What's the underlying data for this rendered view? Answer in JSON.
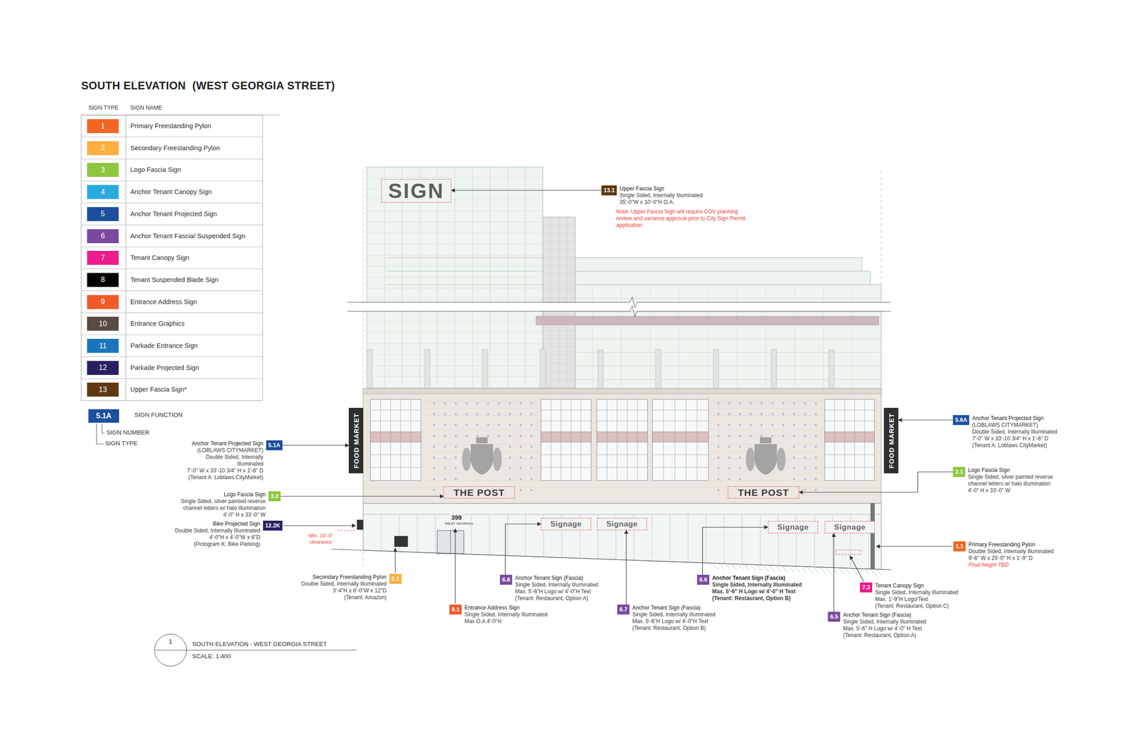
{
  "diagram": {
    "title": "SOUTH ELEVATION  (WEST GEORGIA STREET)",
    "nodes": [
      {
        "text": [
          "5.1A"
        ]
      },
      {
        "text": [
          "SIGN"
        ]
      },
      {
        "text": [
          "13.1",
          "Upper Fascia Sign",
          "Single Sided, Internally Illuminated",
          "35'-0\"W x 10'-0\"H O.A."
        ]
      },
      {
        "text": [
          "FOOD MARKET"
        ]
      },
      {
        "text": [
          "5.1A",
          "Anchor Tenant Projected Sign",
          "(LOBLAWS CITYMARKET)",
          "Double Sided, Internally Illuminated",
          "7'-0\" W x 33'-10 3/4\" H x 1'-6\" D",
          "(Tenant A: Loblaws CityMarket)"
        ]
      },
      {
        "text": [
          "FOOD MARKET"
        ]
      },
      {
        "text": [
          "5.6A",
          "Anchor Tenant Projected Sign",
          "(LOBLAWS CITYMARKET)",
          "Double Sided, Internally Illuminated",
          "7'-0\" W x 33'-10 3/4\" H x 1'-6\" D",
          "(Tenant A: Loblaws CityMarket)"
        ]
      },
      {
        "text": [
          "THE POST"
        ]
      },
      {
        "text": [
          "3.2",
          "Logo Fascia Sign",
          "Single Sided, silver painted reverse channel letters w/ halo illumination",
          "4'-0\" H x 33'-0\" W"
        ]
      },
      {
        "text": [
          "THE POST"
        ]
      },
      {
        "text": [
          "3.1",
          "Logo Fascia Sign",
          "Single Sided, silver painted reverse channel letters w/ halo illumination",
          "4'-0\" H x 33'-0\" W"
        ]
      },
      {
        "text": [
          "Signage"
        ]
      },
      {
        "text": [
          "Signage"
        ]
      },
      {
        "text": [
          "Signage"
        ]
      },
      {
        "text": [
          "Signage"
        ]
      },
      {
        "text": [
          "12.2K",
          "Bike Projected Sign",
          "Double Sided, Internally Illuminated",
          "4'-0\"H x 4'-0\"W x 6\"D",
          "(Pictogram K: Bike Parking)"
        ]
      },
      {
        "text": [
          "1.1",
          "Primary Freestanding Pylon",
          "Double Sided, Internally Illuminated",
          "9'-6\" W x 25'-0\" H x 1'-9\" D",
          "Final height TBD"
        ]
      },
      {
        "text": [
          "2.1",
          "Secondary Freestanding Pylon",
          "Double Sided, Internally Illuminated",
          "3'-4\"H x 6'-0\"W x 12\"D",
          "(Tenant: Amazon)"
        ]
      },
      {
        "text": [
          "6.8",
          "Anchor Tenant Sign (Fascia)",
          "Single Sided, Internally Illuminated",
          "Max. 5'-6\"H Logo w/ 4'-0\"H Text",
          "(Tenant: Restaurant, Option A)"
        ]
      },
      {
        "text": [
          "9.1",
          "Entrance Address Sign",
          "Single Sided, Internally Illuminated",
          "Max O.A 4'-0\"H"
        ]
      },
      {
        "text": [
          "6.7",
          "Anchor Tenant Sign (Fascia)",
          "Single Sided, Internally Illuminated",
          "Max. 5'-6\"H Logo w/ 4'-0\"H Text",
          "(Tenant: Restaurant, Option B)"
        ]
      },
      {
        "text": [
          "6.6",
          "Anchor Tenant Sign (Fascia)",
          "Single Sided, Internally Illuminated",
          "Max. 5'-6\" H Logo w/ 4'-0\" H Text",
          "(Tenant: Restaurant, Option B)"
        ]
      },
      {
        "text": [
          "7.3",
          "Tenant Canopy Sign",
          "Single Sided, Internally Illuminated",
          "Max. 1'-9\"H Logo/Text",
          "(Tenant: Restaurant, Option C)"
        ]
      },
      {
        "text": [
          "6.5",
          "Anchor Tenant Sign (Fascia)",
          "Single Sided, Internally Illuminated",
          "Max. 5'-6\" H Logo w/ 4'-0\" H Text",
          "(Tenant: Restaurant, Option A)"
        ]
      },
      {
        "text": [
          "1"
        ]
      }
    ],
    "edges": [
      {
        "from": 2,
        "to": 1,
        "arrow": "to"
      },
      {
        "from": 4,
        "to": 3,
        "arrow": "to"
      },
      {
        "from": 6,
        "to": 5,
        "arrow": "to"
      },
      {
        "from": 8,
        "to": 7,
        "arrow": "to"
      },
      {
        "from": 10,
        "to": 9,
        "arrow": "to"
      },
      {
        "from": 18,
        "to": 11,
        "arrow": "to"
      },
      {
        "from": 20,
        "to": 12,
        "arrow": "to"
      },
      {
        "from": 21,
        "to": 13,
        "arrow": "to"
      },
      {
        "from": 23,
        "to": 14,
        "arrow": "to"
      }
    ],
    "labels": [
      "SIGN TYPE",
      "SIGN NAME",
      "1",
      "2",
      "3",
      "4",
      "5",
      "6",
      "7",
      "8",
      "9",
      "10",
      "11",
      "12",
      "13",
      "SIGN FUNCTION",
      "SIGN NUMBER",
      "SIGN TYPE",
      "Note: Upper Fascia Sign will require COV planning review and variance approval prior to City Sign Permit application",
      "Min. 10'-0\" clearance",
      "399",
      "WEST GEORGIA",
      "SOUTH ELEVATION - WEST GEORGIA STREET",
      "SCALE: 1:400"
    ],
    "legend": [
      {
        "text": "Primary Freestanding Pylon",
        "color": "#f26522"
      },
      {
        "text": "Secondary Freestanding Pylon",
        "color": "#fbb040"
      },
      {
        "text": "Logo Fascia Sign",
        "color": "#8dc63f"
      },
      {
        "text": "Anchor Tenant Canopy Sign",
        "color": "#29abe2"
      },
      {
        "text": "Anchor Tenant Projected Sign",
        "color": "#1d4f9f"
      },
      {
        "text": "Anchor Tenant Fascia/ Suspended Sign",
        "color": "#7b4a9e"
      },
      {
        "text": "Tenant Canopy Sign",
        "color": "#ec1c8c"
      },
      {
        "text": "Tenant Suspended Blade Sign",
        "color": "#000000"
      },
      {
        "text": "Entrance Address Sign",
        "color": "#f05a28"
      },
      {
        "text": "Entrance Graphics",
        "color": "#594a42"
      },
      {
        "text": "Parkade Entrance Sign",
        "color": "#1b75bc"
      },
      {
        "text": "Parkade Projected Sign",
        "color": "#262262"
      },
      {
        "text": "Upper Fascia Sign*",
        "color": "#603913"
      }
    ]
  }
}
